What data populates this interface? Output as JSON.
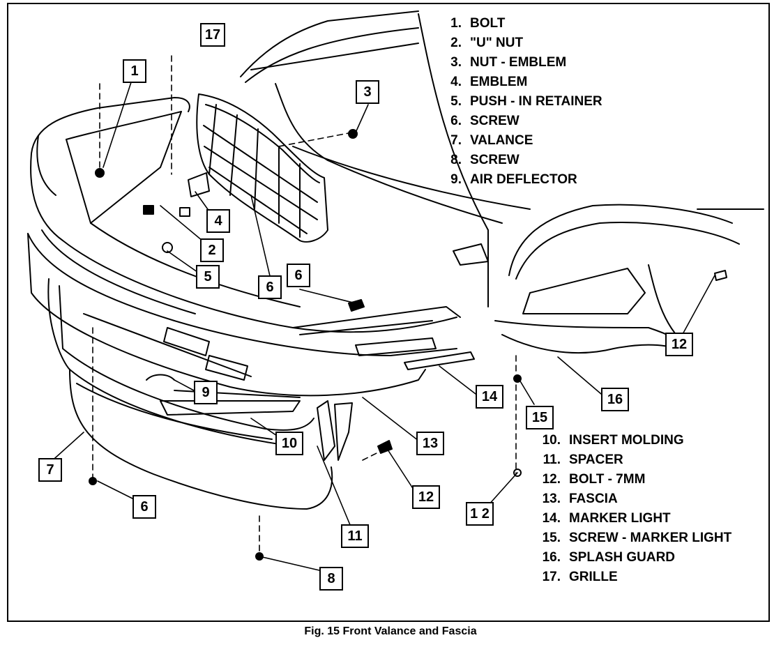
{
  "caption": "Fig. 15 Front Valance and Fascia",
  "legend_top": [
    {
      "num": "1.",
      "label": "BOLT"
    },
    {
      "num": "2.",
      "label": "\"U\" NUT"
    },
    {
      "num": "3.",
      "label": "NUT - EMBLEM"
    },
    {
      "num": "4.",
      "label": "EMBLEM"
    },
    {
      "num": "5.",
      "label": "PUSH - IN RETAINER"
    },
    {
      "num": "6.",
      "label": "SCREW"
    },
    {
      "num": "7.",
      "label": "VALANCE"
    },
    {
      "num": "8.",
      "label": "SCREW"
    },
    {
      "num": "9.",
      "label": "AIR DEFLECTOR"
    }
  ],
  "legend_bottom": [
    {
      "num": "10.",
      "label": "INSERT MOLDING"
    },
    {
      "num": "11.",
      "label": "SPACER"
    },
    {
      "num": "12.",
      "label": "BOLT - 7MM"
    },
    {
      "num": "13.",
      "label": "FASCIA"
    },
    {
      "num": "14.",
      "label": "MARKER LIGHT"
    },
    {
      "num": "15.",
      "label": "SCREW - MARKER LIGHT"
    },
    {
      "num": "16.",
      "label": "SPLASH GUARD"
    },
    {
      "num": "17.",
      "label": "GRILLE"
    }
  ],
  "callouts": {
    "c1": "1",
    "c2": "2",
    "c3": "3",
    "c4": "4",
    "c5": "5",
    "c6a": "6",
    "c6b": "6",
    "c6c": "6",
    "c7": "7",
    "c8": "8",
    "c9": "9",
    "c10": "10",
    "c11": "11",
    "c12a": "12",
    "c12b": "12",
    "c12c": "1 2",
    "c13": "13",
    "c14": "14",
    "c15": "15",
    "c16": "16",
    "c17": "17"
  }
}
